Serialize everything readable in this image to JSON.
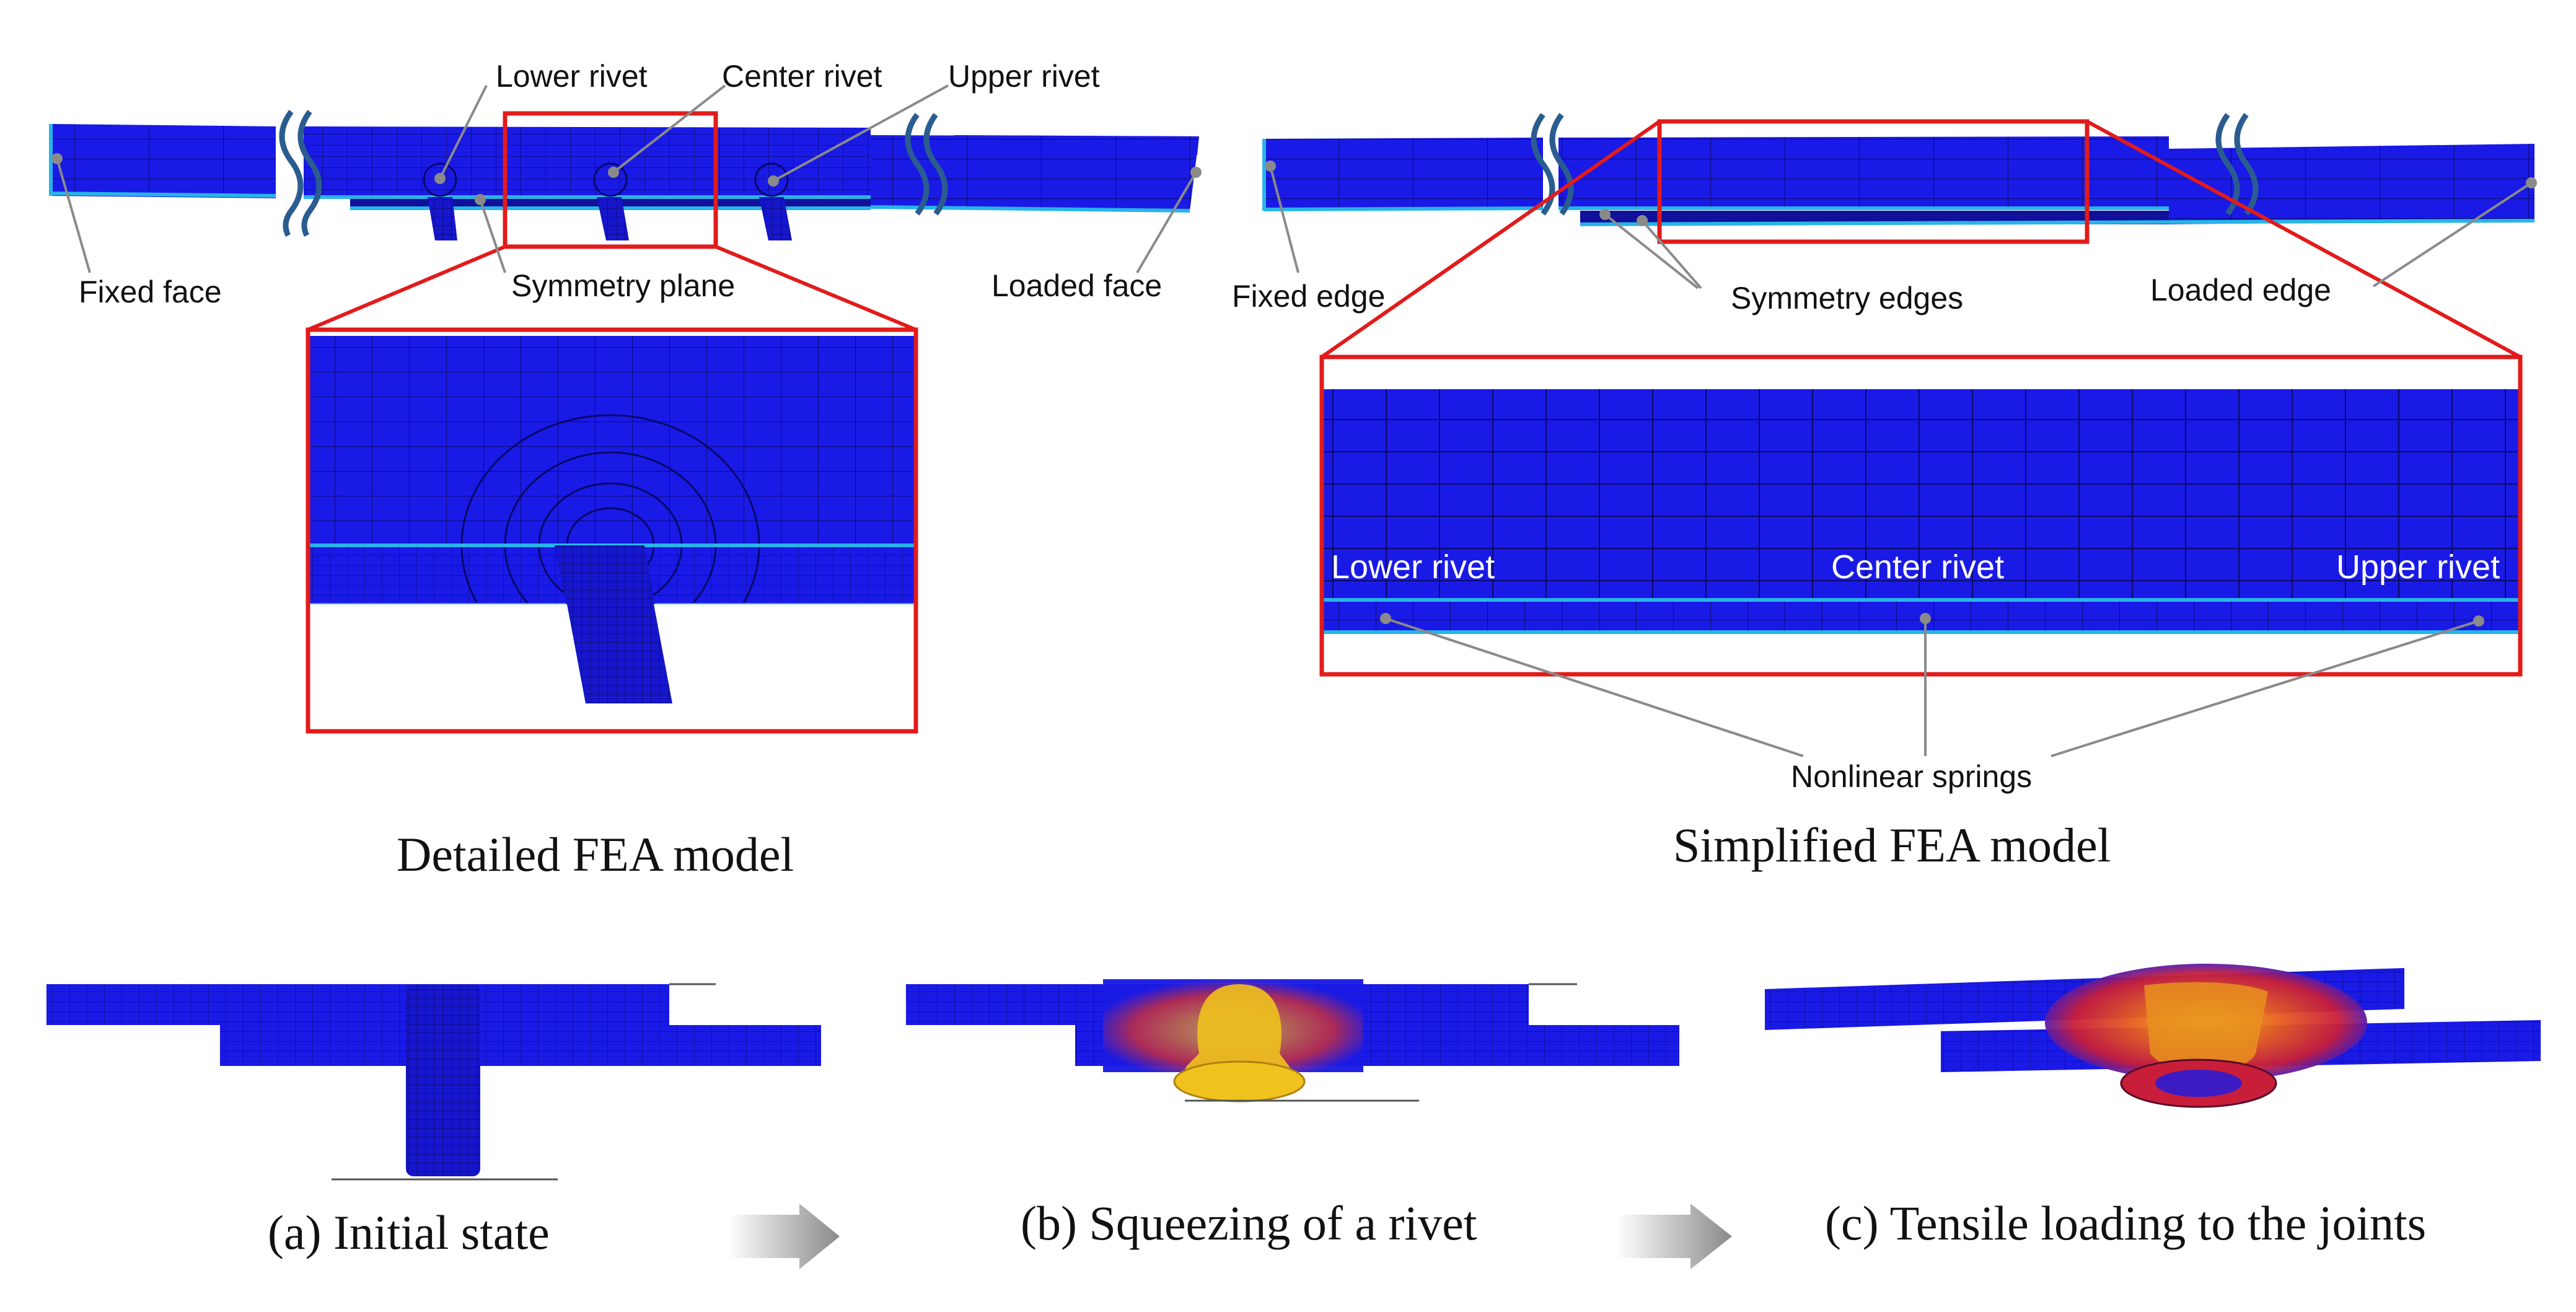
{
  "colors": {
    "mesh_blue": "#1a1ae6",
    "mesh_dark": "#0c0c9a",
    "edge_cyan": "#28b4e8",
    "callout_red": "#e21b1b",
    "stress_red": "#e8321e",
    "stress_yellow": "#f0c21e"
  },
  "detailed": {
    "label_lower_rivet": "Lower rivet",
    "label_center_rivet": "Center rivet",
    "label_upper_rivet": "Upper rivet",
    "label_fixed_face": "Fixed face",
    "label_symmetry_plane": "Symmetry plane",
    "label_loaded_face": "Loaded face",
    "caption": "Detailed FEA model"
  },
  "simplified": {
    "label_fixed_edge": "Fixed edge",
    "label_symmetry_edges": "Symmetry edges",
    "label_loaded_edge": "Loaded edge",
    "label_lower_rivet": "Lower rivet",
    "label_center_rivet": "Center rivet",
    "label_upper_rivet": "Upper rivet",
    "label_springs": "Nonlinear springs",
    "caption": "Simplified FEA model"
  },
  "stages": {
    "a": "(a) Initial state",
    "b": "(b) Squeezing of a rivet",
    "c": "(c) Tensile loading to the joints"
  }
}
